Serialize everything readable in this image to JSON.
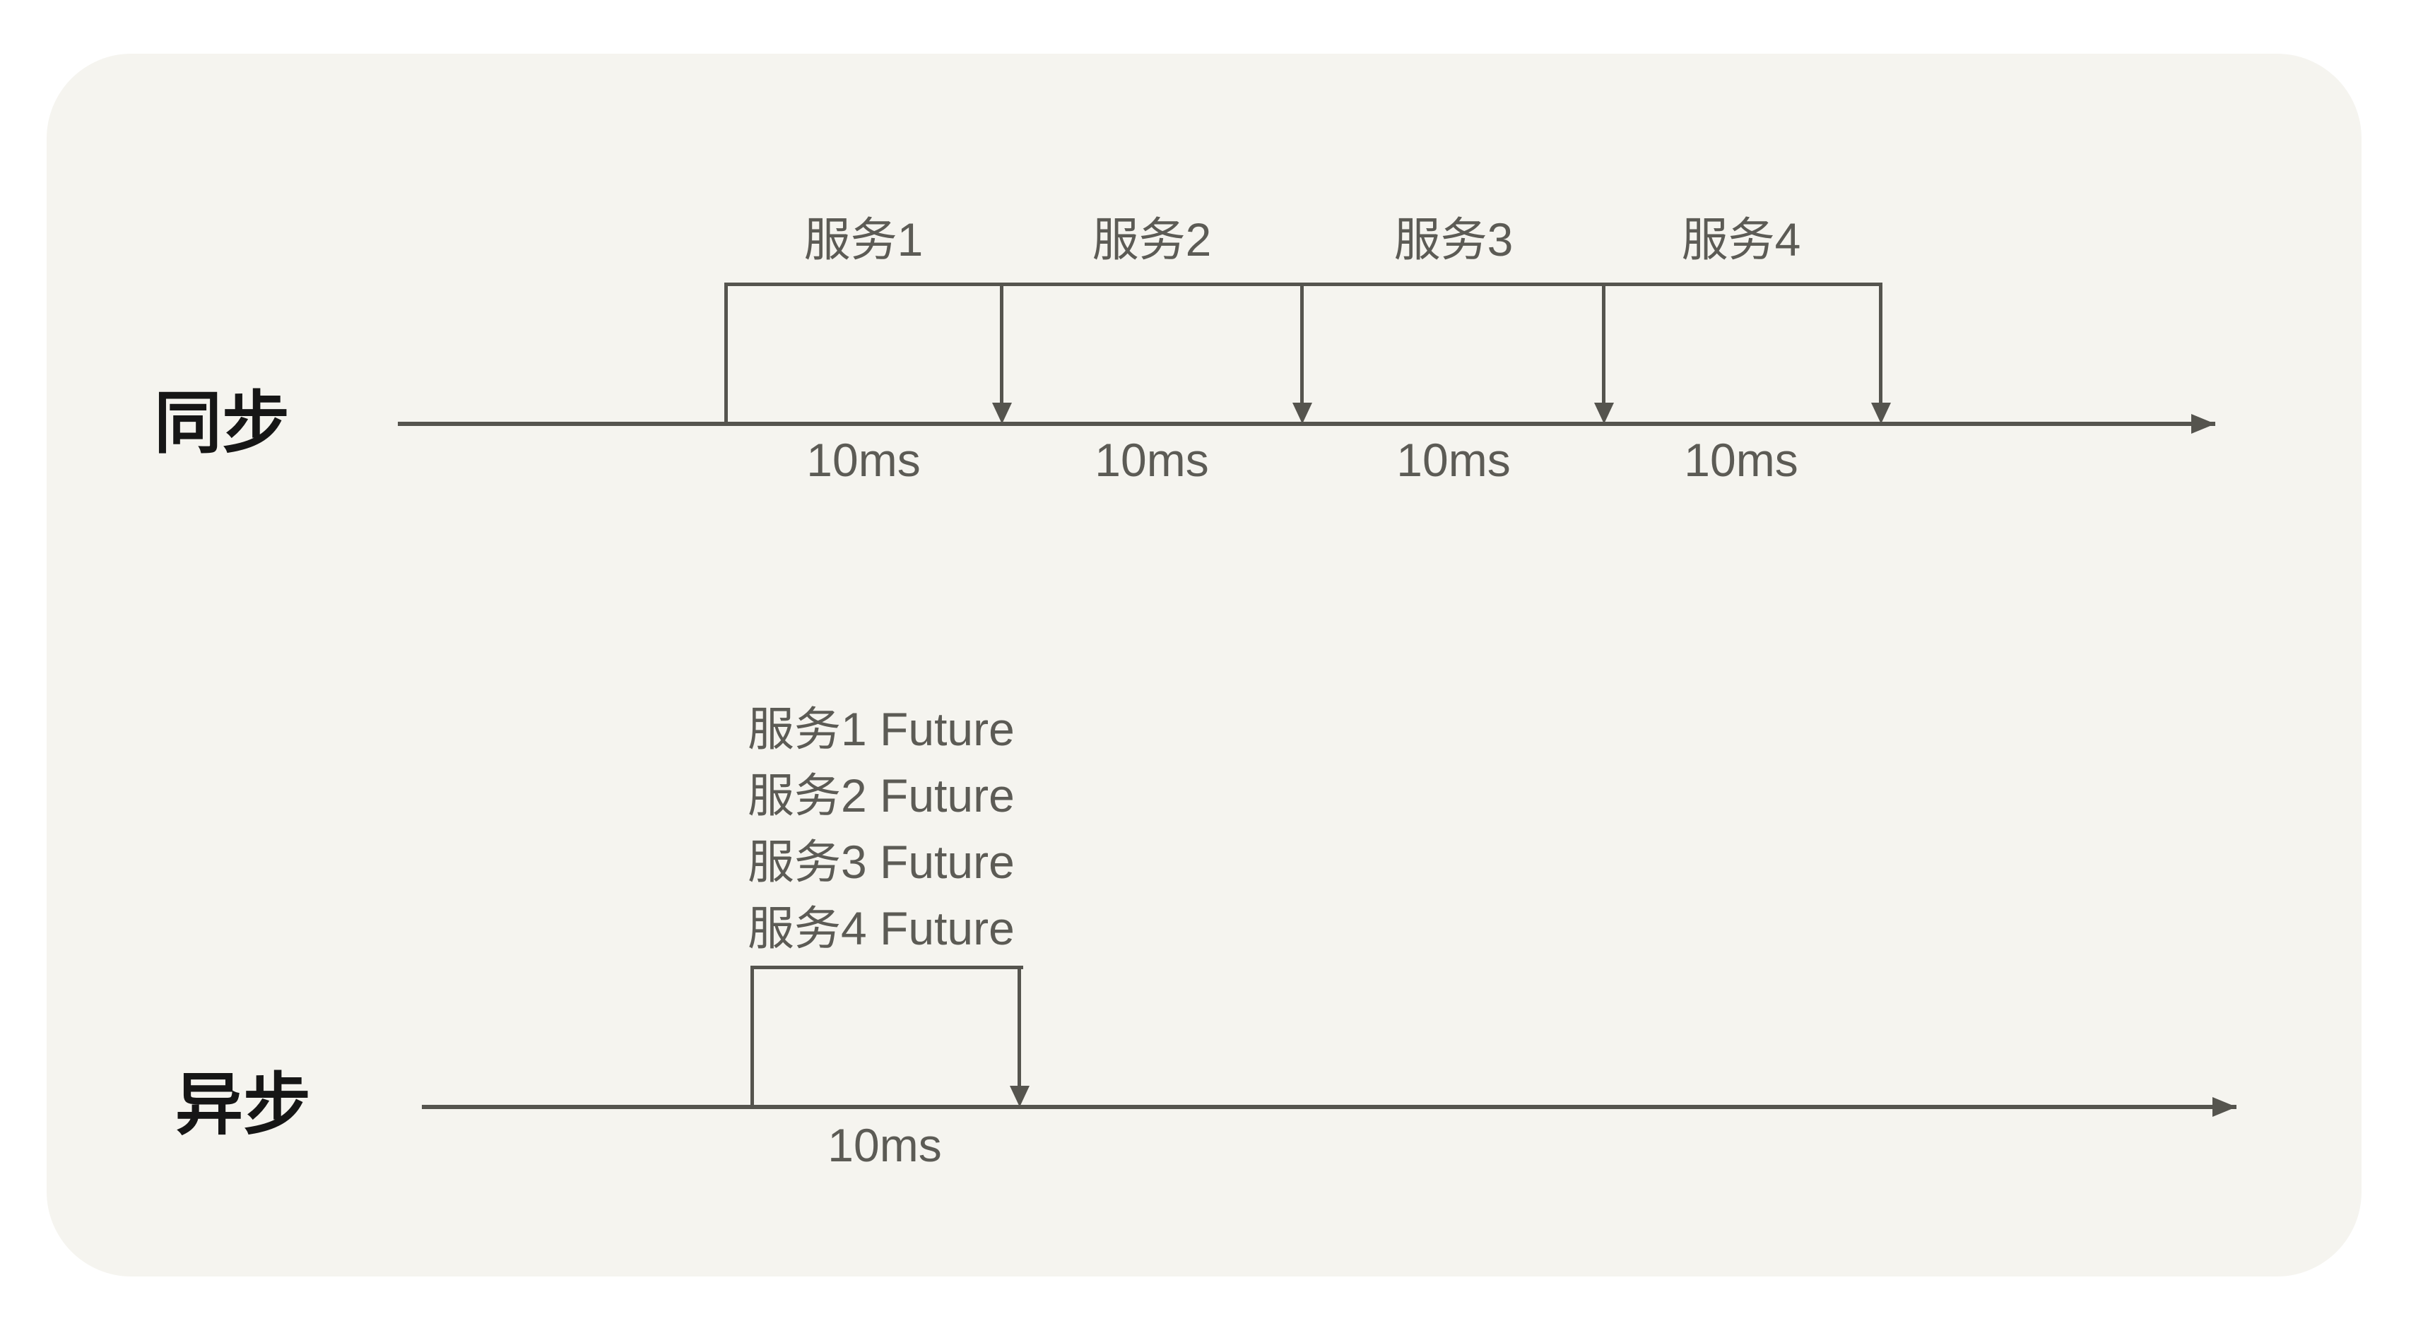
{
  "diagram": {
    "title_semantics": "sync-vs-async-timing-diagram",
    "sync": {
      "label": "同步",
      "services": [
        "服务1",
        "服务2",
        "服务3",
        "服务4"
      ],
      "durations": [
        "10ms",
        "10ms",
        "10ms",
        "10ms"
      ]
    },
    "async": {
      "label": "异步",
      "futures": [
        "服务1 Future",
        "服务2 Future",
        "服务3 Future",
        "服务4 Future"
      ],
      "duration": "10ms"
    },
    "colors": {
      "card_background": "#f5f4ef",
      "page_background": "#ffffff",
      "line": "#55544e",
      "text_gray": "#5c5b55",
      "text_black": "#161616"
    }
  }
}
